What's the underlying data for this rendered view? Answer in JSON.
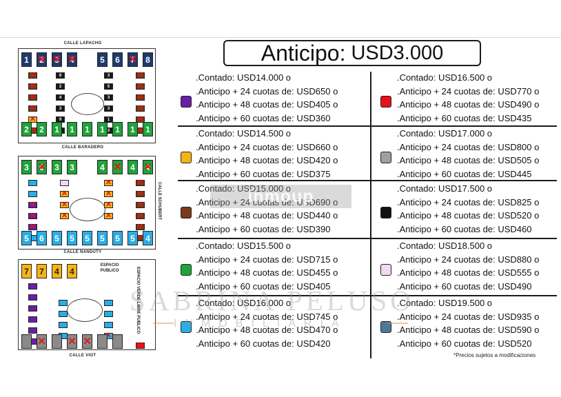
{
  "title": {
    "label": "Anticipo:",
    "amount": "USD3.000"
  },
  "plans": [
    {
      "color": "#6a1ea8",
      "lines": [
        ".Contado: USD14.000 o",
        ".Anticipo + 24 cuotas de: USD650 o",
        ".Anticipo + 48 cuotas de: USD405 o",
        ".Anticipo  + 60 cuotas de: USD360"
      ]
    },
    {
      "color": "#e8101a",
      "lines": [
        ".Contado: USD16.500 o",
        ".Anticipo + 24 cuotas de: USD770 o",
        ".Anticipo + 48 cuotas de: USD490 o",
        ".Anticipo + 60 cuotas de: USD435"
      ]
    },
    {
      "color": "#f5b318",
      "lines": [
        ".Contado: USD14.500 o",
        ".Anticipo + 24 cuotas de: USD660 o",
        ".Anticipo + 48 cuotas de: USD420 o",
        ".Anticipo + 60 cuotas de: USD375"
      ]
    },
    {
      "color": "#a0a0a0",
      "lines": [
        ".Contado: USD17.000 o",
        ".Anticipo + 24 cuotas de: USD800 o",
        ".Anticipo + 48 cuotas de: USD505 o",
        ".Anticipo + 60 cuotas de: USD445"
      ]
    },
    {
      "color": "#7a3a17",
      "lines": [
        ".Contado: USD15.000 o",
        ".Anticipo + 24 cuotas de: USD690 o",
        ".Anticipo + 48 cuotas de: USD440 o",
        ".Anticipo + 60 cuotas de: USD390"
      ]
    },
    {
      "color": "#111111",
      "lines": [
        ".Contado: USD17.500 o",
        ".Anticipo + 24 cuotas de: USD825 o",
        ".Anticipo + 48 cuotas de: USD520 o",
        ".Anticipo + 60 cuotas de: USD460"
      ]
    },
    {
      "color": "#1fa33a",
      "lines": [
        ".Contado: USD15.500 o",
        ".Anticipo + 24 cuotas de: USD715 o",
        ".Anticipo + 48 cuotas de: USD455 o",
        ".Anticipo + 60 cuotas de: USD405"
      ]
    },
    {
      "color": "#f2d8f2",
      "lines": [
        ".Contado: USD18.500 o",
        ".Anticipo + 24 cuotas de: USD880 o",
        ".Anticipo + 48 cuotas de: USD555 o",
        ".Anticipo + 60 cuotas de: USD490"
      ]
    },
    {
      "color": "#29aee6",
      "lines": [
        ".Contado: USD16.000 o",
        ".Anticipo + 24 cuotas de: USD745 o",
        ".Anticipo + 48 cuotas de: USD470 o",
        ".Anticipo + 60 cuotas de: USD420"
      ]
    },
    {
      "color": "#4a7a96",
      "lines": [
        ".Contado: USD19.500 o",
        ".Anticipo + 24 cuotas de: USD935 o",
        ".Anticipo + 48 cuotas de: USD590 o",
        ".Anticipo + 60 cuotas de: USD520"
      ]
    }
  ],
  "note": "*Precios sujetos a modificaciones",
  "watermarks": {
    "portal": "inmoup",
    "agent": "SABRINA PELUSO",
    "agent_sub": "INMOBILIARIA"
  },
  "map": {
    "streets": {
      "top": "CALLE LAPACHO",
      "mid1": "CALLE BARADERO",
      "right": "CALLE SCHUBERT",
      "mid2": "CALLE ÑANDUTY",
      "bottom": "CALLE VIOT"
    },
    "espacio_publico": "ESPACIO PUBLICO",
    "espacio_verde": "ESPACIO VERDE LIBRE PUBLICO",
    "colors": {
      "navy": "#1e3a6e",
      "black": "#1a1a1a",
      "green": "#1fa33a",
      "blue": "#29aee6",
      "yellow": "#f5b318",
      "purple": "#6a1ea8",
      "gray": "#8a8a8a",
      "brown": "#7a3a17",
      "pink": "#f2d8f2",
      "red": "#e8101a"
    },
    "blocks": [
      {
        "top_row": [
          {
            "n": "1",
            "c": "navy",
            "x": false
          },
          {
            "n": "2",
            "c": "navy",
            "x": true
          },
          {
            "n": "3",
            "c": "navy",
            "x": true
          },
          {
            "n": "4",
            "c": "navy",
            "x": true
          },
          {
            "n": "5",
            "c": "navy",
            "x": false
          },
          {
            "n": "6",
            "c": "navy",
            "x": false
          },
          {
            "n": "7",
            "c": "navy",
            "x": true
          },
          {
            "n": "8",
            "c": "navy",
            "x": false
          }
        ],
        "left_col": [
          {
            "n": "",
            "c": "brown",
            "x": true
          },
          {
            "n": "",
            "c": "brown",
            "x": true
          },
          {
            "n": "",
            "c": "brown",
            "x": true
          },
          {
            "n": "",
            "c": "brown",
            "x": true
          },
          {
            "n": "",
            "c": "yellow",
            "x": true
          },
          {
            "n": "",
            "c": "brown",
            "x": true
          }
        ],
        "inner_left": [
          {
            "n": "8",
            "c": "black",
            "x": false
          },
          {
            "n": "2",
            "c": "black",
            "x": false
          },
          {
            "n": "4",
            "c": "black",
            "x": false
          },
          {
            "n": "3",
            "c": "black",
            "x": false
          },
          {
            "n": "9",
            "c": "black",
            "x": false
          },
          {
            "n": "1",
            "c": "black",
            "x": false
          }
        ],
        "inner_right": [
          {
            "n": "3",
            "c": "black",
            "x": false
          },
          {
            "n": "5",
            "c": "black",
            "x": false
          },
          {
            "n": "3",
            "c": "black",
            "x": false
          },
          {
            "n": "3",
            "c": "black",
            "x": false
          },
          {
            "n": "1",
            "c": "black",
            "x": false
          },
          {
            "n": "3",
            "c": "black",
            "x": false
          }
        ],
        "right_col": [
          {
            "n": "",
            "c": "brown",
            "x": true
          },
          {
            "n": "",
            "c": "brown",
            "x": true
          },
          {
            "n": "",
            "c": "brown",
            "x": true
          },
          {
            "n": "",
            "c": "brown",
            "x": true
          },
          {
            "n": "",
            "c": "brown",
            "x": true
          },
          {
            "n": "",
            "c": "brown",
            "x": true
          }
        ],
        "bottom_row": [
          {
            "n": "2",
            "c": "green",
            "x": false
          },
          {
            "n": "2",
            "c": "green",
            "x": false
          },
          {
            "n": "1",
            "c": "green",
            "x": false
          },
          {
            "n": "1",
            "c": "green",
            "x": false
          },
          {
            "n": "1",
            "c": "green",
            "x": false
          },
          {
            "n": "1",
            "c": "green",
            "x": false
          },
          {
            "n": "1",
            "c": "green",
            "x": false
          },
          {
            "n": "1",
            "c": "green",
            "x": false
          },
          {
            "n": "1",
            "c": "green",
            "x": false
          }
        ]
      },
      {
        "top_row": [
          {
            "n": "3",
            "c": "green",
            "x": false
          },
          {
            "n": "6",
            "c": "green",
            "x": true
          },
          {
            "n": "3",
            "c": "green",
            "x": false
          },
          {
            "n": "3",
            "c": "green",
            "x": false
          },
          {
            "n": "4",
            "c": "green",
            "x": false
          },
          {
            "n": "",
            "c": "green",
            "x": true
          },
          {
            "n": "4",
            "c": "green",
            "x": false
          },
          {
            "n": "4",
            "c": "green",
            "x": true
          }
        ],
        "left_col": [
          {
            "n": "",
            "c": "blue",
            "x": false
          },
          {
            "n": "",
            "c": "blue",
            "x": false
          },
          {
            "n": "",
            "c": "purple",
            "x": true
          },
          {
            "n": "",
            "c": "purple",
            "x": true
          },
          {
            "n": "",
            "c": "purple",
            "x": true
          },
          {
            "n": "",
            "c": "blue",
            "x": false
          }
        ],
        "inner_left": [
          {
            "n": "",
            "c": "pink",
            "x": false
          },
          {
            "n": "",
            "c": "yellow",
            "x": true
          },
          {
            "n": "",
            "c": "yellow",
            "x": true
          },
          {
            "n": "",
            "c": "yellow",
            "x": true
          }
        ],
        "inner_right": [
          {
            "n": "",
            "c": "yellow",
            "x": true
          },
          {
            "n": "",
            "c": "yellow",
            "x": true
          },
          {
            "n": "",
            "c": "yellow",
            "x": true
          },
          {
            "n": "",
            "c": "yellow",
            "x": true
          }
        ],
        "right_col": [
          {
            "n": "",
            "c": "brown",
            "x": true
          },
          {
            "n": "",
            "c": "brown",
            "x": true
          },
          {
            "n": "",
            "c": "brown",
            "x": true
          },
          {
            "n": "",
            "c": "brown",
            "x": true
          },
          {
            "n": "",
            "c": "brown",
            "x": true
          },
          {
            "n": "",
            "c": "brown",
            "x": true
          }
        ],
        "bottom_row": [
          {
            "n": "5",
            "c": "blue",
            "x": false
          },
          {
            "n": "6",
            "c": "blue",
            "x": false
          },
          {
            "n": "5",
            "c": "blue",
            "x": false
          },
          {
            "n": "5",
            "c": "blue",
            "x": false
          },
          {
            "n": "5",
            "c": "blue",
            "x": false
          },
          {
            "n": "5",
            "c": "blue",
            "x": false
          },
          {
            "n": "5",
            "c": "blue",
            "x": false
          },
          {
            "n": "5",
            "c": "blue",
            "x": false
          },
          {
            "n": "4",
            "c": "blue",
            "x": false
          }
        ]
      },
      {
        "top_row": [
          {
            "n": "7",
            "c": "yellow",
            "x": false
          },
          {
            "n": "7",
            "c": "yellow",
            "x": false
          },
          {
            "n": "4",
            "c": "yellow",
            "x": false
          },
          {
            "n": "4",
            "c": "yellow",
            "x": false
          }
        ],
        "left_col": [
          {
            "n": "",
            "c": "purple",
            "x": false
          },
          {
            "n": "",
            "c": "purple",
            "x": false
          },
          {
            "n": "",
            "c": "purple",
            "x": false
          },
          {
            "n": "",
            "c": "purple",
            "x": false
          },
          {
            "n": "",
            "c": "purple",
            "x": false
          },
          {
            "n": "",
            "c": "purple",
            "x": false
          }
        ],
        "inner_left": [
          {
            "n": "",
            "c": "blue",
            "x": false
          },
          {
            "n": "",
            "c": "blue",
            "x": false
          },
          {
            "n": "",
            "c": "blue",
            "x": false
          },
          {
            "n": "",
            "c": "blue",
            "x": false
          }
        ],
        "inner_right": [
          {
            "n": "",
            "c": "blue",
            "x": false
          },
          {
            "n": "",
            "c": "blue",
            "x": false
          },
          {
            "n": "",
            "c": "blue",
            "x": false
          },
          {
            "n": "",
            "c": "blue",
            "x": true
          }
        ],
        "bottom_row": [
          {
            "n": "",
            "c": "gray",
            "x": false
          },
          {
            "n": "",
            "c": "gray",
            "x": true
          },
          {
            "n": "",
            "c": "gray",
            "x": false
          },
          {
            "n": "",
            "c": "gray",
            "x": true
          },
          {
            "n": "",
            "c": "gray",
            "x": true
          },
          {
            "n": "",
            "c": "gray",
            "x": false
          },
          {
            "n": "",
            "c": "gray",
            "x": false
          }
        ]
      }
    ]
  }
}
